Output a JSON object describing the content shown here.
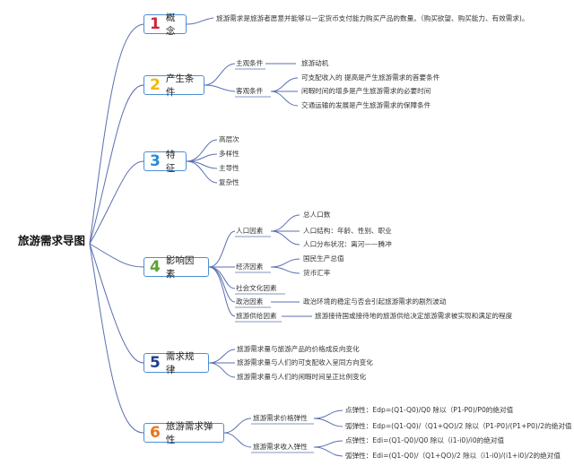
{
  "root": "旅游需求导图",
  "colors": {
    "line": "#5a6fb0",
    "border": "#4b8fd4"
  },
  "branches": [
    {
      "num": "1",
      "label": "概念",
      "color": "#d1233e",
      "desc": "旅游需求是旅游者愿意并能够以一定货币支付能力购买产品的数量。（购买欲望、购买能力、有效需求)。"
    },
    {
      "num": "2",
      "label": "产生条件",
      "color": "#f5b800",
      "children": [
        {
          "label": "主观条件",
          "items": [
            "旅游动机"
          ]
        },
        {
          "label": "客观条件",
          "items": [
            "可支配收入的 提高是产生旅游需求的首要条件",
            "闲暇时间的增多是产生旅游需求的必要时间",
            "交通运输的发展是产生旅游需求的保障条件"
          ]
        }
      ]
    },
    {
      "num": "3",
      "label": "特征",
      "color": "#2a8bd8",
      "items": [
        "高层次",
        "多样性",
        "主导性",
        "复杂性"
      ]
    },
    {
      "num": "4",
      "label": "影响因素",
      "color": "#5aa532",
      "children": [
        {
          "label": "人口因素",
          "items": [
            "总人口数",
            "人口结构：年龄、性别、职业",
            "人口分布状况：离河——腾冲"
          ]
        },
        {
          "label": "经济因素",
          "items": [
            "国民生产总值",
            "货币汇率"
          ]
        },
        {
          "label": "社会文化因素",
          "items": []
        },
        {
          "label": "政治因素",
          "items": [
            "政治环境的稳定与否会引起旅游需求的剧烈波动"
          ]
        },
        {
          "label": "旅游供给因素",
          "items": [
            "旅游接待国或接待地的旅游供给决定旅游需求被实现和满足的程度"
          ]
        }
      ]
    },
    {
      "num": "5",
      "label": "需求规律",
      "color": "#1e3f8c",
      "items": [
        "旅游需求量与旅游产品的价格成反向变化",
        "旅游需求量与人们的可支配收入呈同方向变化",
        "旅游需求量与人们的闲暇时间呈正比例变化"
      ]
    },
    {
      "num": "6",
      "label": "旅游需求弹性",
      "color": "#e8731a",
      "children": [
        {
          "label": "旅游需求价格弹性",
          "items": [
            "点弹性：Edp=(Q1-Q0)/Q0 除以（P1-P0)/P0的绝对值",
            "弧弹性：Edp=(Q1-Q0)/（Q1+QO)/2 除以（P1-P0)/(P1+P0)/2的绝对值"
          ]
        },
        {
          "label": "旅游需求收入弹性",
          "items": [
            "点弹性：Edi=(Q1-Q0)/Q0 除以（i1-i0)/i0的绝对值",
            "弧弹性：Edi=(Q1-Q0)/（Q1+QO)/2 除以（i1-i0)/(i1+i0)/2的绝对值"
          ]
        }
      ]
    }
  ]
}
